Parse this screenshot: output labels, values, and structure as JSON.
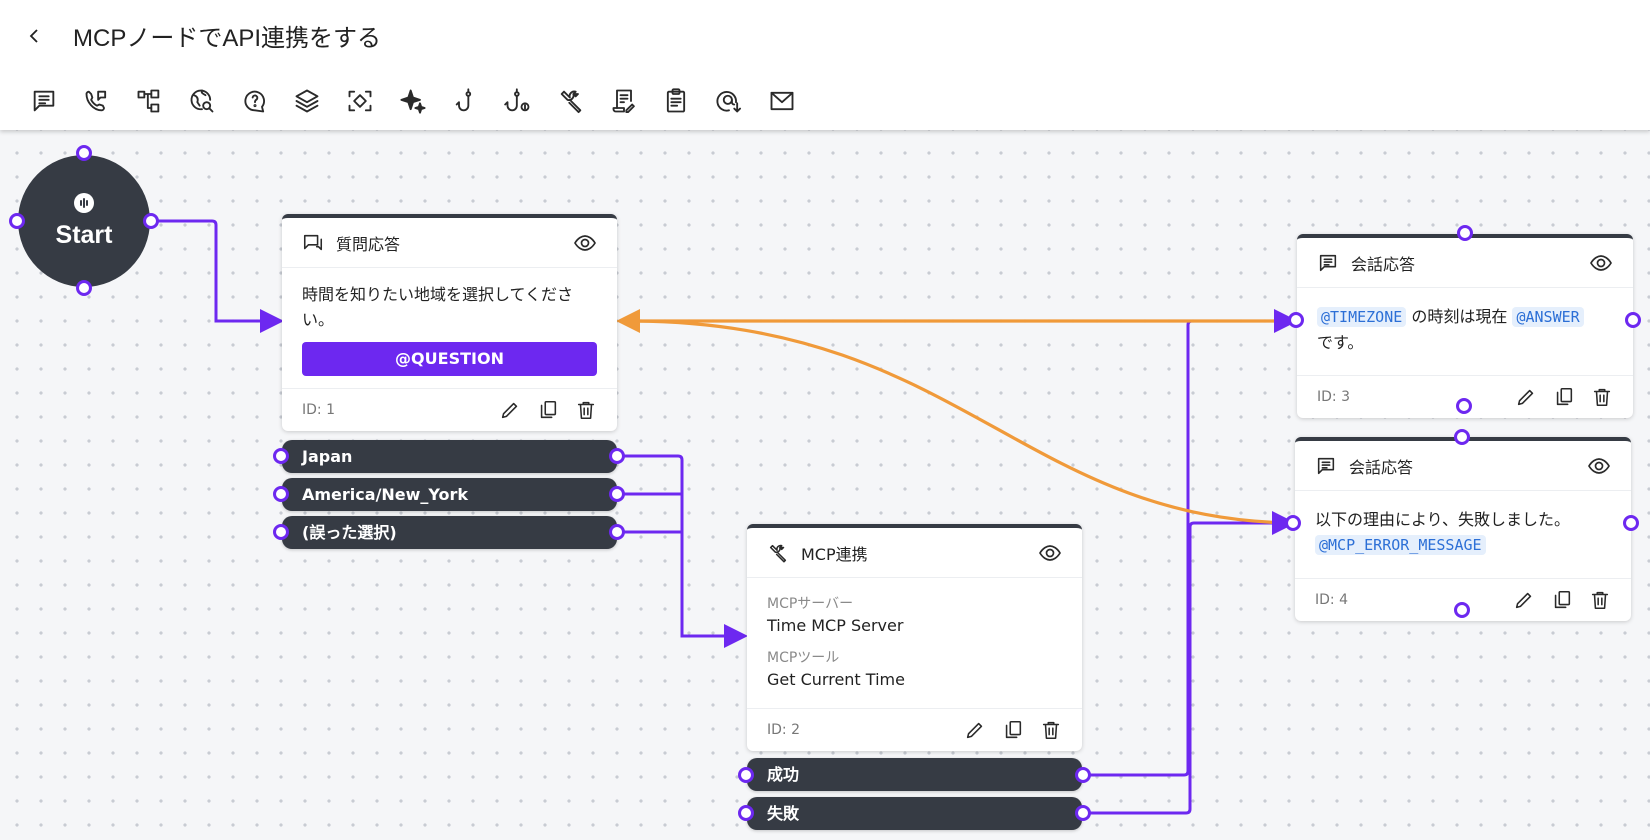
{
  "header": {
    "back_icon": "chevron-left-icon",
    "title": "MCPノードでAPI連携をする"
  },
  "toolbar": {
    "items": [
      {
        "icon": "message-icon",
        "name": "conversation"
      },
      {
        "icon": "phone-transfer-icon",
        "name": "call-transfer"
      },
      {
        "icon": "branch-icon",
        "name": "branch"
      },
      {
        "icon": "globe-search-icon",
        "name": "web-search"
      },
      {
        "icon": "question-bubble-icon",
        "name": "question"
      },
      {
        "icon": "layers-icon",
        "name": "layers"
      },
      {
        "icon": "scan-icon",
        "name": "scan"
      },
      {
        "icon": "sparkles-icon",
        "name": "ai"
      },
      {
        "icon": "hook-icon",
        "name": "webhook"
      },
      {
        "icon": "hook-plus-icon",
        "name": "webhook-add"
      },
      {
        "icon": "wrench-icon",
        "name": "mcp"
      },
      {
        "icon": "script-edit-icon",
        "name": "script"
      },
      {
        "icon": "clipboard-icon",
        "name": "clipboard"
      },
      {
        "icon": "at-download-icon",
        "name": "email-receive"
      },
      {
        "icon": "mail-icon",
        "name": "email"
      }
    ]
  },
  "canvas": {
    "start": {
      "label": "Start",
      "icon": "audio-wave-icon"
    },
    "nodes": [
      {
        "id_label": "ID: 1",
        "title": "質問応答",
        "icon": "question-answer-icon",
        "body_text": "時間を知りたい地域を選択してください。",
        "variable_button": "@QUESTION",
        "options": [
          "Japan",
          "America/New_York",
          "(誤った選択)"
        ]
      },
      {
        "id_label": "ID: 2",
        "title": "MCP連携",
        "icon": "wrench-icon",
        "server_label": "MCPサーバー",
        "server_value": "Time MCP Server",
        "tool_label": "MCPツール",
        "tool_value": "Get Current Time",
        "outputs": [
          "成功",
          "失敗"
        ]
      },
      {
        "id_label": "ID: 3",
        "title": "会話応答",
        "icon": "message-icon",
        "tag1": "@TIMEZONE",
        "text_mid": " の時刻は現在",
        "tag2": "@ANSWER",
        "text_end": "です。"
      },
      {
        "id_label": "ID: 4",
        "title": "会話応答",
        "icon": "message-icon",
        "text": "以下の理由により、失敗しました。",
        "tag": "@MCP_ERROR_MESSAGE"
      }
    ],
    "edge_colors": {
      "flow": "#6d28f0",
      "fallback": "#f09a3a"
    }
  },
  "actions": {
    "edit_icon": "pencil-icon",
    "copy_icon": "copy-icon",
    "delete_icon": "trash-icon",
    "preview_icon": "eye-icon"
  }
}
